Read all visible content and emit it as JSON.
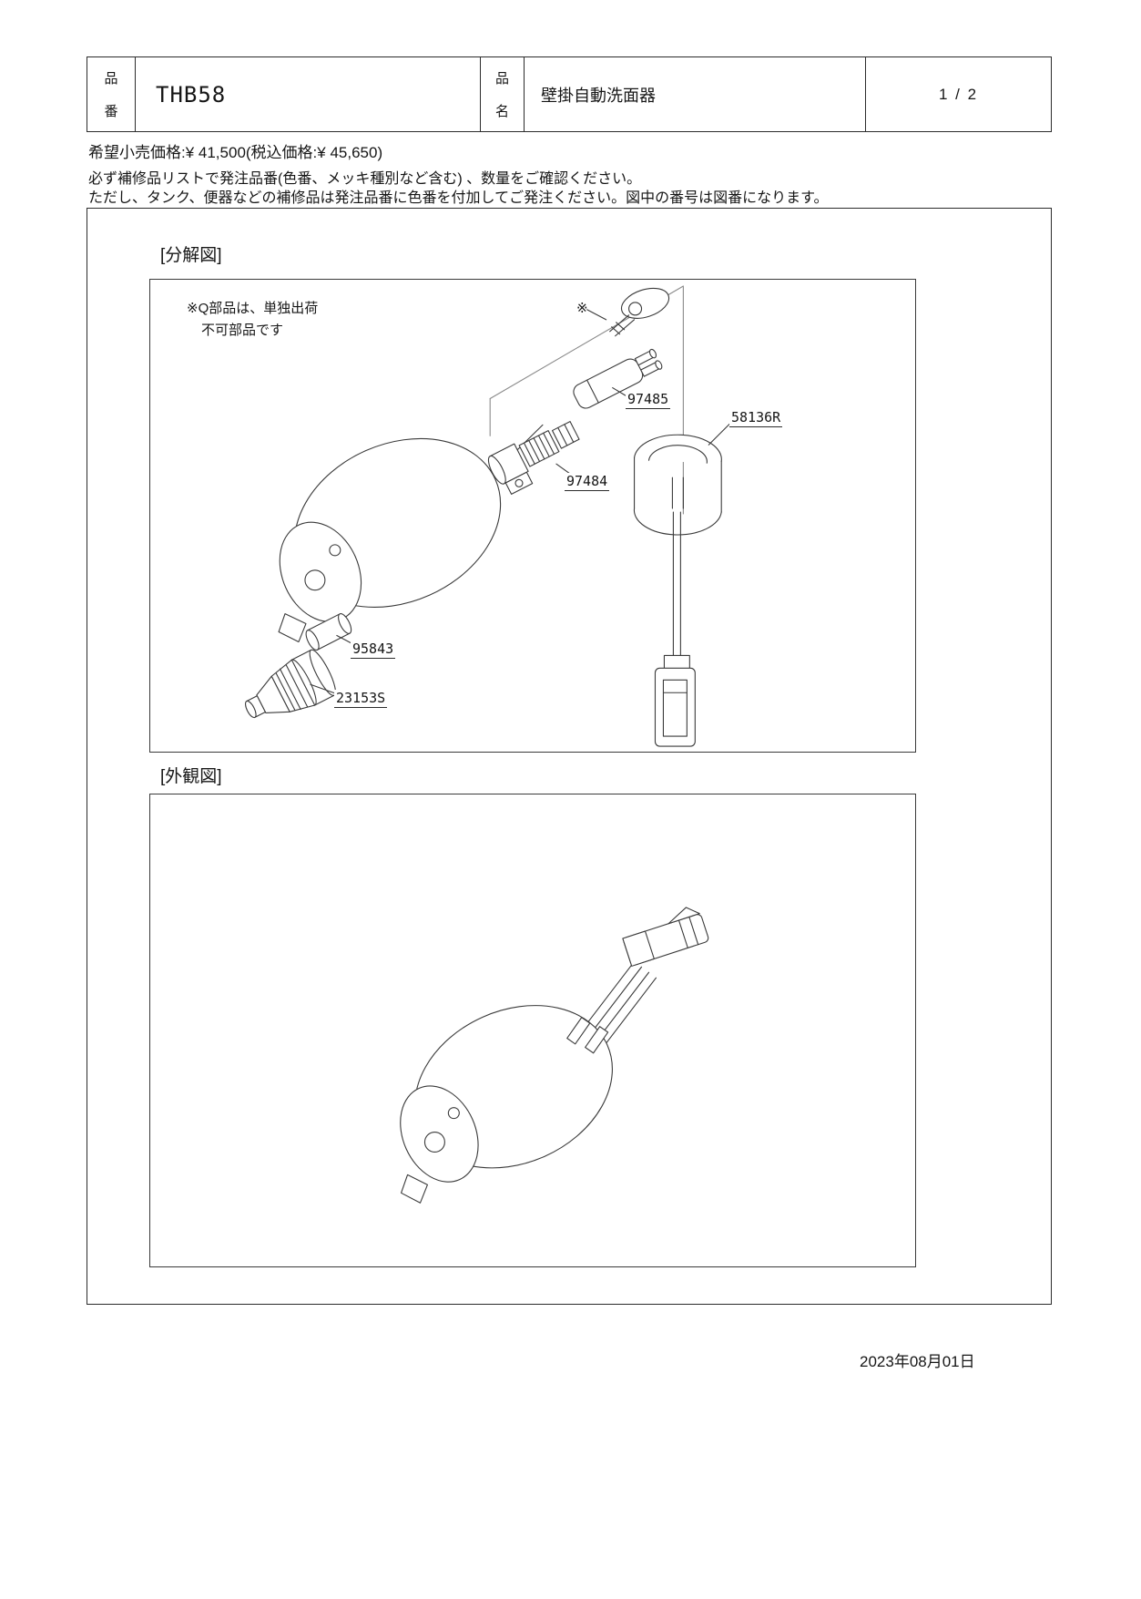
{
  "header": {
    "code_label_top": "品",
    "code_label_bottom": "番",
    "code_value": "THB58",
    "name_label_top": "品",
    "name_label_bottom": "名",
    "name_value": "壁掛自動洗面器",
    "page_indicator": "1 / 2"
  },
  "price_line": "希望小売価格:¥ 41,500(税込価格:¥ 45,650)",
  "order_notes": {
    "line1": "必ず補修品リストで発注品番(色番、メッキ種別など含む) 、数量をご確認ください。",
    "line2": "ただし、タンク、便器などの補修品は発注品番に色番を付加してご発注ください。図中の番号は図番になります。"
  },
  "exploded_view": {
    "title": "[分解図]",
    "note_line1": "※Q部品は、単独出荷",
    "note_line2": "不可部品です",
    "asterisk_mark": "※",
    "part_labels": {
      "p97485": "97485",
      "p58136r": "58136R",
      "p97484": "97484",
      "p95843": "95843",
      "p23153s": "23153S"
    }
  },
  "outline_view": {
    "title": "[外観図]"
  },
  "footer": {
    "date": "2023年08月01日"
  }
}
